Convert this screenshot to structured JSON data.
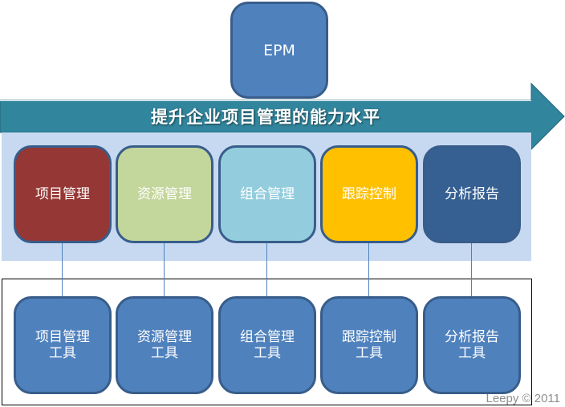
{
  "epm": {
    "label": "EPM",
    "color": "#4f81bd"
  },
  "banner": {
    "label": "提升企业项目管理的能力水平",
    "color": "#31859c"
  },
  "capabilities": [
    {
      "label": "项目管理",
      "color": "#953735"
    },
    {
      "label": "资源管理",
      "color": "#c3d69b"
    },
    {
      "label": "组合管理",
      "color": "#93cddd"
    },
    {
      "label": "跟踪控制",
      "color": "#ffc000"
    },
    {
      "label": "分析报告",
      "color": "#366092"
    }
  ],
  "tools": [
    {
      "line1": "项目管理",
      "line2": "工具"
    },
    {
      "line1": "资源管理",
      "line2": "工具"
    },
    {
      "line1": "组合管理",
      "line2": "工具"
    },
    {
      "line1": "跟踪控制",
      "line2": "工具"
    },
    {
      "line1": "分析报告",
      "line2": "工具"
    }
  ],
  "watermark": "Leepy © 2011"
}
